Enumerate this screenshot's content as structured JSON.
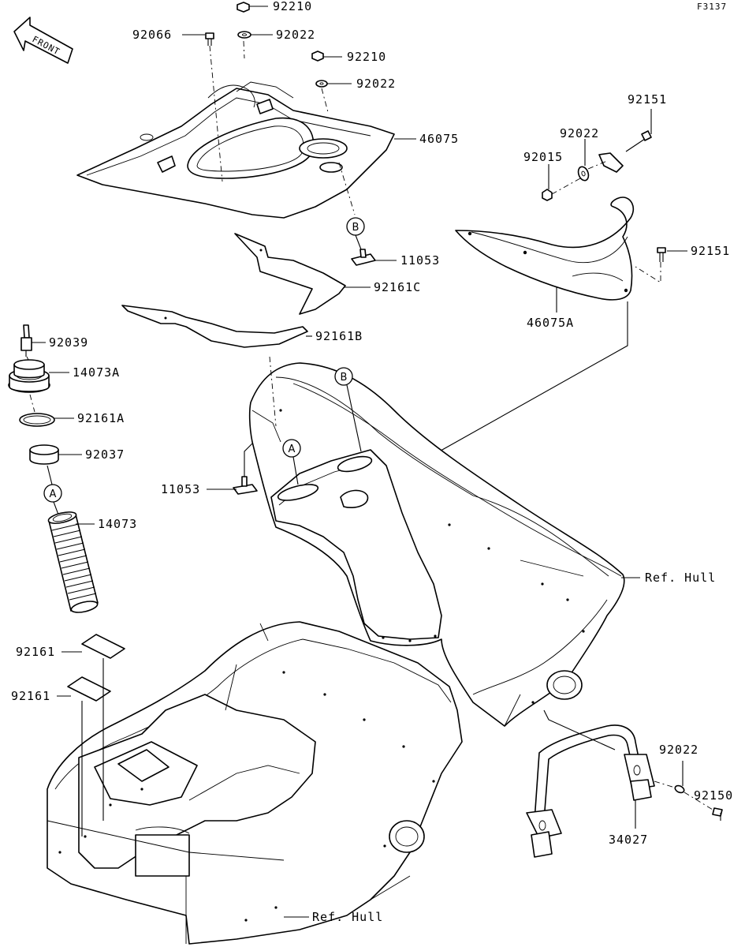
{
  "figure_code": "F3137",
  "front_arrow_label": "FRONT",
  "callouts": {
    "a": "A",
    "b": "B"
  },
  "parts": {
    "p92210_top": "92210",
    "p92066": "92066",
    "p92022_top": "92022",
    "p92210_mid": "92210",
    "p92022_mid": "92022",
    "p46075": "46075",
    "p92151_top": "92151",
    "p92022_right": "92022",
    "p92015": "92015",
    "p11053_top": "11053",
    "p92161c": "92161C",
    "p92151_mid": "92151",
    "p46075a": "46075A",
    "p92161b": "92161B",
    "p92039": "92039",
    "p14073a": "14073A",
    "p92161a": "92161A",
    "p92037": "92037",
    "p11053_left": "11053",
    "p14073": "14073",
    "ref_hull_right": "Ref. Hull",
    "p92161_a": "92161",
    "p92161_b": "92161",
    "p92022_low": "92022",
    "p92150": "92150",
    "p34027": "34027",
    "ref_hull_bottom": "Ref. Hull"
  }
}
